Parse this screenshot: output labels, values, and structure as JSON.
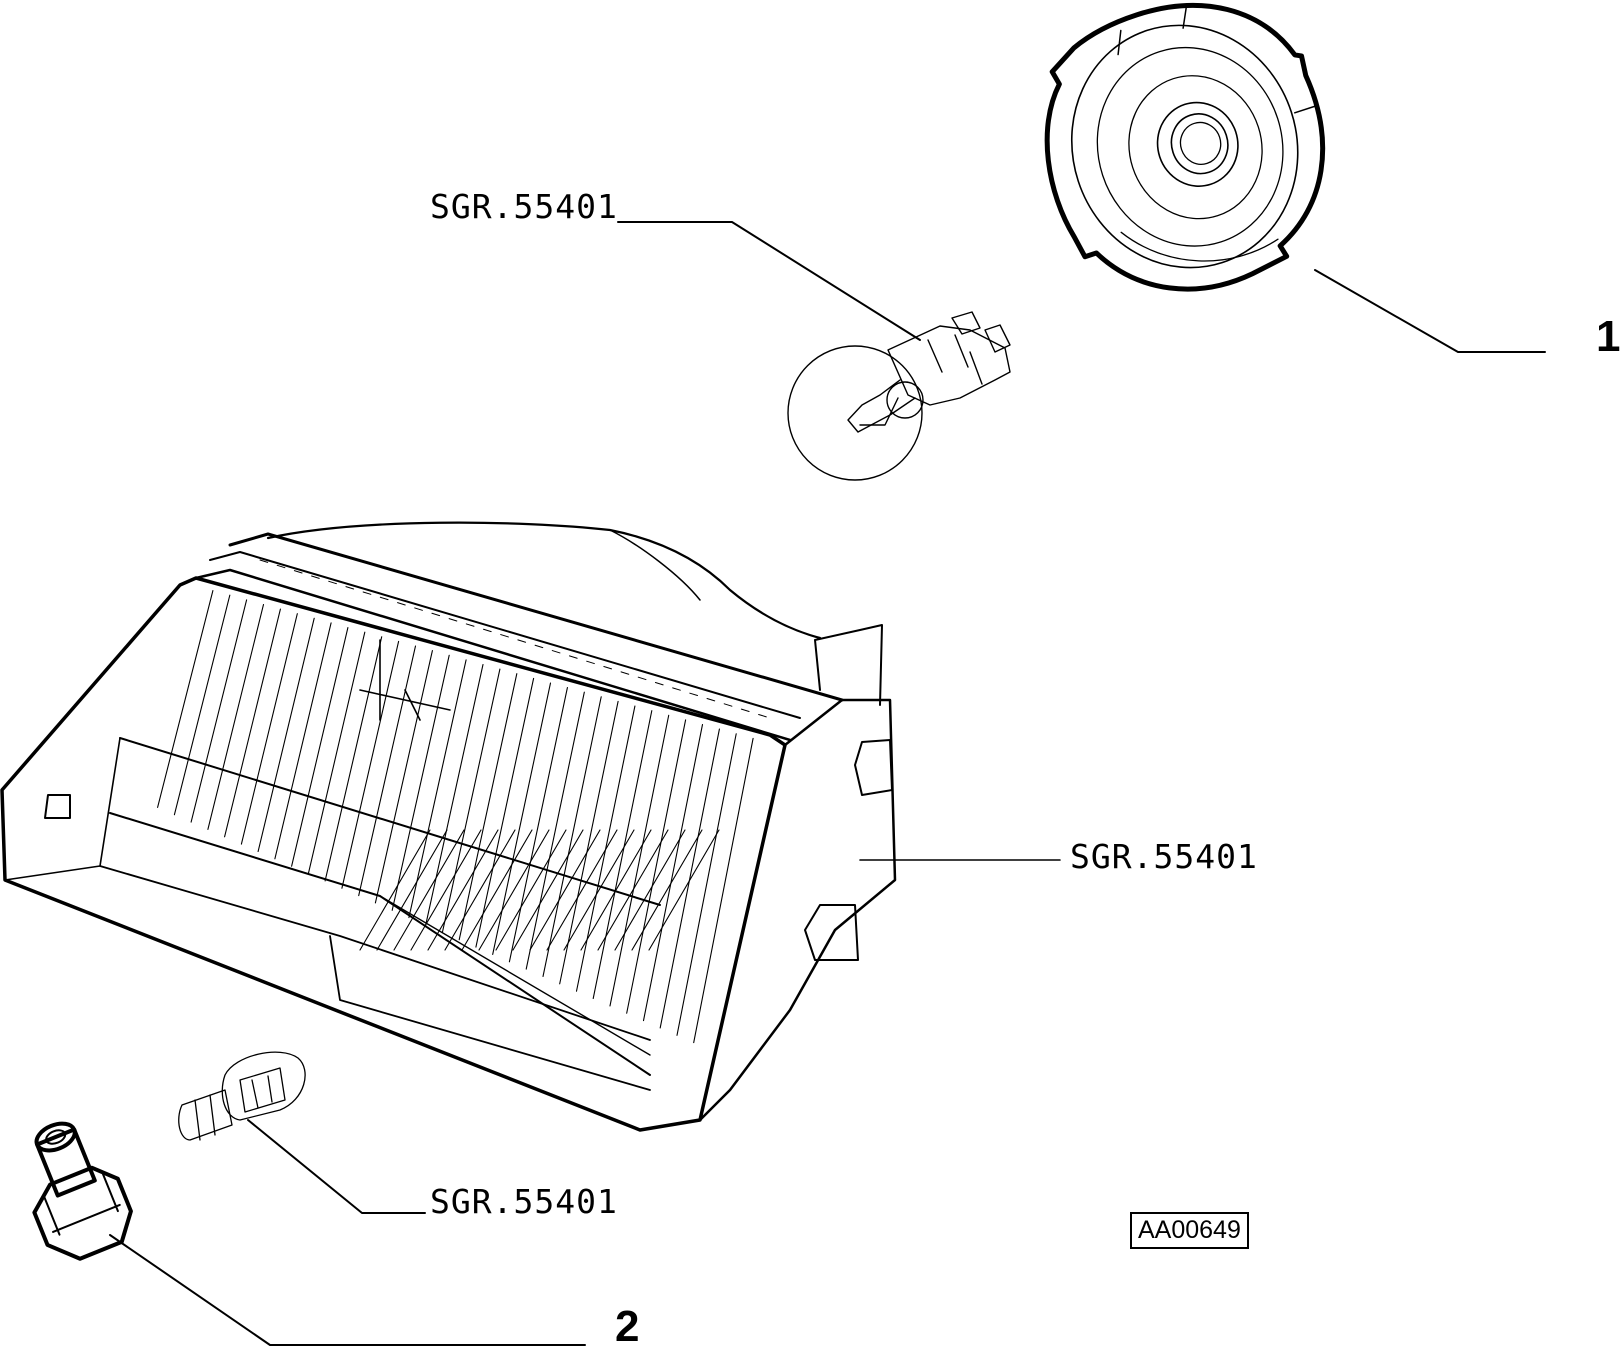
{
  "callouts": {
    "bulb_top": "SGR.55401",
    "headlamp": "SGR.55401",
    "bulb_small": "SGR.55401",
    "item_1": "1",
    "item_2": "2"
  },
  "drawing_code": "AA00649"
}
